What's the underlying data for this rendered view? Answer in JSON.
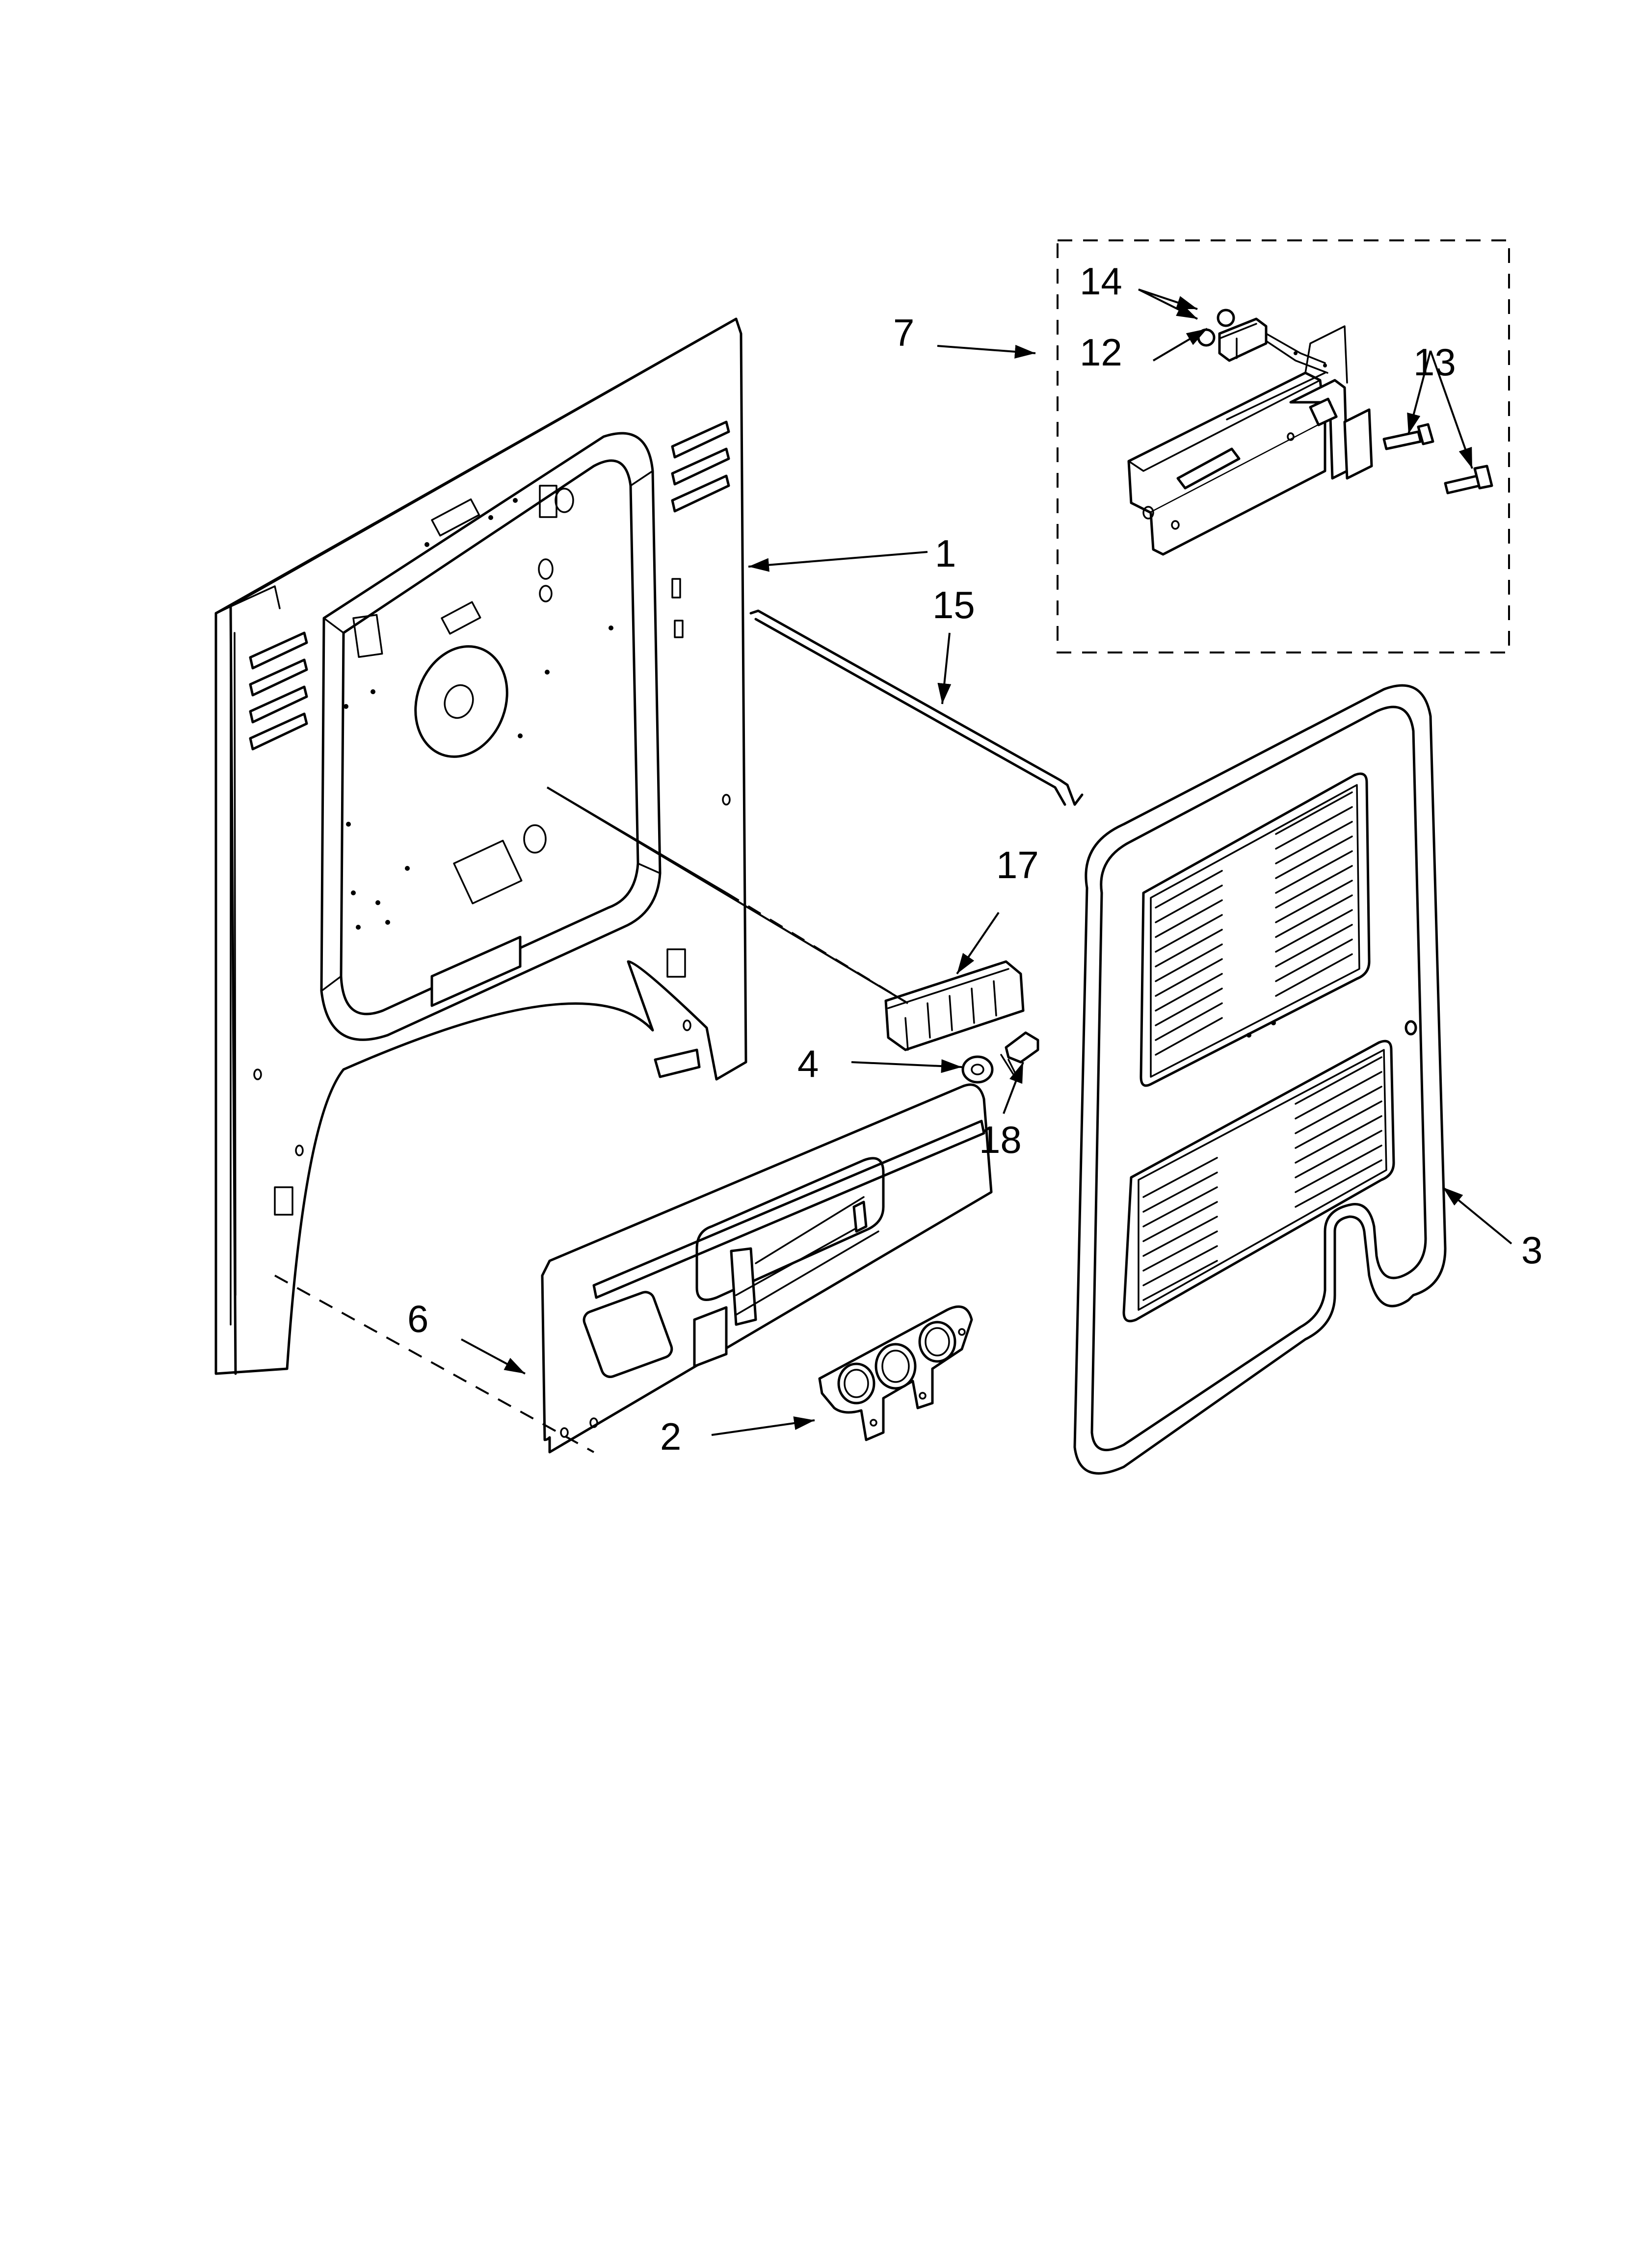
{
  "callouts": {
    "c1": "1",
    "c2": "2",
    "c3": "3",
    "c4": "4",
    "c6": "6",
    "c7": "7",
    "c12": "12",
    "c13": "13",
    "c14": "14",
    "c15": "15",
    "c17": "17",
    "c18": "18"
  },
  "colors": {
    "ink": "#000000",
    "paper": "#ffffff"
  }
}
